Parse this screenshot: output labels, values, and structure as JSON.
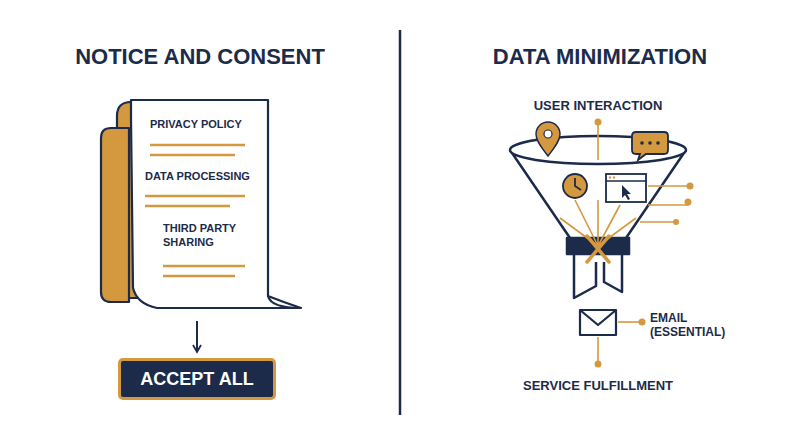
{
  "diagram": {
    "nodes": [
      {
        "text": [
          "PRIVACY POLICY",
          "DATA PROCESSING",
          "THIRD PARTY SHARING"
        ]
      },
      {
        "text": [
          "ACCEPT ALL"
        ]
      }
    ],
    "edges": [
      {
        "from": 0,
        "to": 1,
        "arrow": "to"
      }
    ],
    "labels": [
      "NOTICE AND CONSENT",
      "DATA MINIMIZATION",
      "USER INTERACTION",
      "EMAIL (ESSENTIAL)",
      "SERVICE FULFILLMENT"
    ]
  }
}
